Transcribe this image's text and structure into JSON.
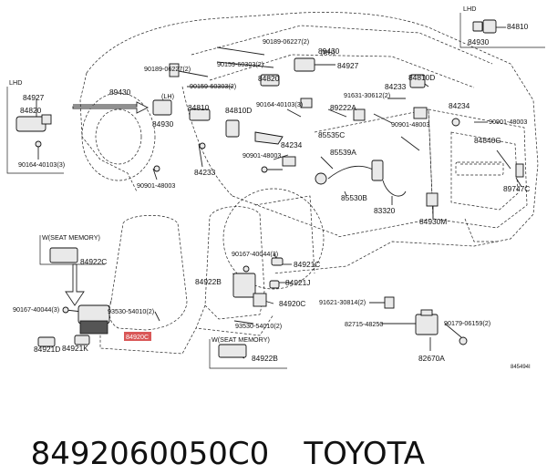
{
  "caption": {
    "part_number": "8492060050C0",
    "brand": "TOYOTA"
  },
  "diagram_code": "845494I",
  "groups": {
    "lhd_top": "LHD",
    "lhd_left": "LHD",
    "rh": "(RH)",
    "lh": "(LH)",
    "seat_memory_left": "W(SEAT MEMORY)",
    "seat_memory_right": "W(SEAT MEMORY)"
  },
  "labels": {
    "p84810_top": "84810",
    "p84930_top": "84930",
    "p90189_06227_2_a": "90189-06227(2)",
    "p89430_rh": "89430",
    "p90159_60303_2_a": "90159-60303(2)",
    "p84927_top": "84927",
    "p90189_06227_2_b": "90189-06227(2)",
    "p84820_mid": "84820",
    "p84810_right": "84810D",
    "p84927_left": "84927",
    "p89430_lh": "89430",
    "p90159_60303_2_b": "90159-60303(2)",
    "p91631_30612_2": "91631-30612(2)",
    "p84233_right": "84233",
    "p84820_left": "84820",
    "p84930_mid": "84930",
    "p84810_mid": "84810",
    "p84810d_mid": "84810D",
    "p90164_40103_3_mid": "90164-40103(3)",
    "p89222a": "89222A",
    "p90901_48003_right": "90901-48003",
    "p84234_right": "84234",
    "p90901_48003_far": "90901-48003",
    "p90164_40103_3_left": "90164-40103(3)",
    "p85535c": "85535C",
    "p84234_mid": "84234",
    "p84840g": "84840G",
    "p90901_48003_mid": "90901-48003",
    "p85539a": "85539A",
    "p84233_mid": "84233",
    "p90901_48003_left": "90901-48003",
    "p89747c": "89747C",
    "p85530b": "85530B",
    "p83320": "83320",
    "p84930m": "84930M",
    "p84922c_left": "84922C",
    "p90167_40044_3_right": "90167-40044(3)",
    "p84921c": "84921C",
    "p84922b_mid": "84922B",
    "p84921j": "84921J",
    "p90167_40044_3_left": "90167-40044(3)",
    "p93530_54010_2_left": "93530-54010(2)",
    "p84920c": "84920C",
    "p91621_30814_2": "91621-30814(2)",
    "p93530_54010_2_right": "93530-54010(2)",
    "p82715_48250": "82715-48250",
    "p90179_06159_2": "90179-06159(2)",
    "p84920c_hl": "84920C",
    "p84921d": "84921D",
    "p84921k": "84921K",
    "p84922b_bottom": "84922B",
    "p82670a": "82670A"
  }
}
